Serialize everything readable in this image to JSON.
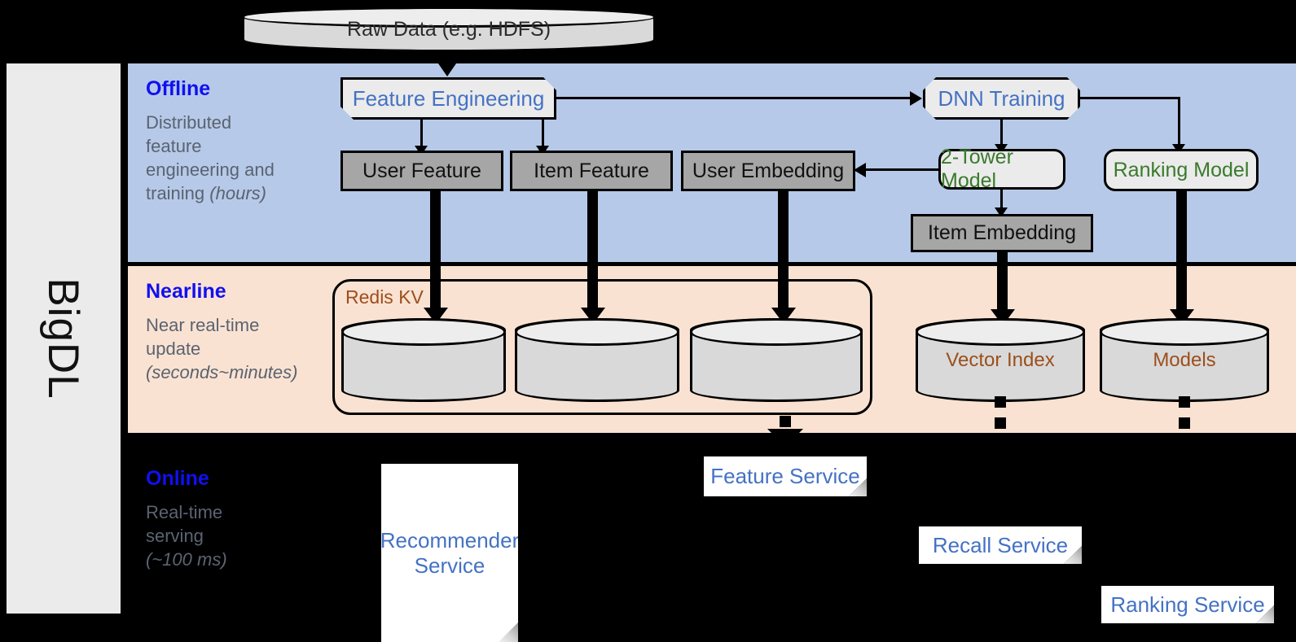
{
  "framework": {
    "name": "BigDL"
  },
  "top_source": {
    "label": "Raw Data (e.g. HDFS)"
  },
  "bands": {
    "offline": {
      "title": "Offline",
      "description_line1": "Distributed",
      "description_line2": "feature",
      "description_line3": "engineering and",
      "description_line4": "training ",
      "description_italic": "(hours)"
    },
    "nearline": {
      "title": "Nearline",
      "description_line1": "Near real-time",
      "description_line2": "update",
      "description_italic": "(seconds~minutes)"
    },
    "online": {
      "title": "Online",
      "description_line1": "Real-time",
      "description_line2": "serving",
      "description_italic": "(~100 ms)"
    }
  },
  "offline_nodes": {
    "feature_engineering": "Feature Engineering",
    "dnn_training": "DNN Training",
    "user_feature": "User Feature",
    "item_feature": "Item Feature",
    "user_embedding": "User Embedding",
    "two_tower_model": "2-Tower Model",
    "ranking_model": "Ranking Model",
    "item_embedding": "Item Embedding"
  },
  "nearline_nodes": {
    "redis_group": "Redis KV",
    "vector_index": "Vector Index",
    "models": "Models"
  },
  "online_nodes": {
    "recommender_service": "Recommender\nService",
    "recommender_service_l1": "Recommender",
    "recommender_service_l2": "Service",
    "feature_service": "Feature Service",
    "recall_service": "Recall Service",
    "ranking_service": "Ranking Service"
  },
  "colors": {
    "offline_band": "#b6c9e8",
    "nearline_band": "#fae2d2",
    "online_band": "#000000",
    "band_title": "#1010f0",
    "band_desc": "#5a6370",
    "blue_node_text": "#4472c4",
    "green_node_text": "#3a7a2c",
    "brown_node_text": "#9c4f1c",
    "gray_node_fill": "#a6a6a6",
    "light_node_fill": "#ebebeb",
    "rail_fill": "#ebebeb"
  }
}
